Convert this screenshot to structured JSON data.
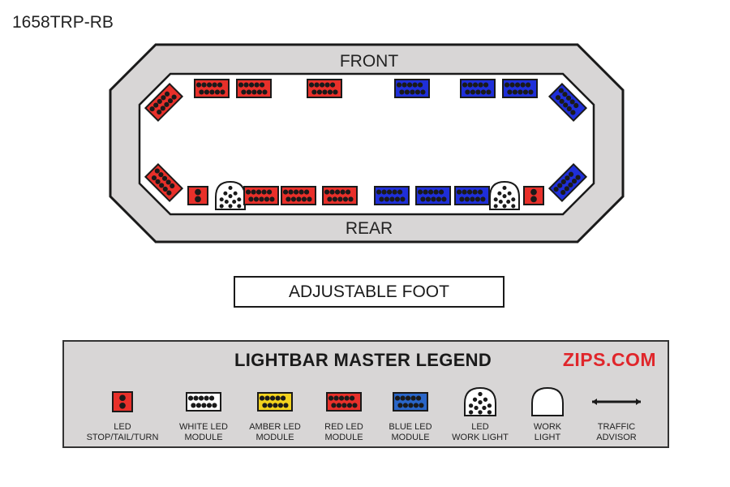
{
  "title": "1658TRP-RB",
  "diagram": {
    "front_label": "FRONT",
    "rear_label": "REAR",
    "foot_label": "ADJUSTABLE FOOT"
  },
  "colors": {
    "red": "#e8302a",
    "blue": "#1f2fd9",
    "white": "#ffffff",
    "amber": "#f2d21e",
    "blue_legend": "#2a66c8",
    "body_gray": "#d8d6d6",
    "outline": "#1a1a1a",
    "brand_red": "#e0262b"
  },
  "modules": [
    {
      "name": "front-left-corner-module",
      "type": "red",
      "pos": "front-left-corner"
    },
    {
      "name": "front-red-module-1",
      "type": "red",
      "pos": "front",
      "idx": 0
    },
    {
      "name": "front-red-module-2",
      "type": "red",
      "pos": "front",
      "idx": 1
    },
    {
      "name": "front-red-module-3",
      "type": "red",
      "pos": "front",
      "idx": 2
    },
    {
      "name": "front-blue-module-1",
      "type": "blue",
      "pos": "front",
      "idx": 3
    },
    {
      "name": "front-blue-module-2",
      "type": "blue",
      "pos": "front",
      "idx": 4
    },
    {
      "name": "front-blue-module-3",
      "type": "blue",
      "pos": "front",
      "idx": 5
    },
    {
      "name": "front-right-corner-module",
      "type": "blue",
      "pos": "front-right-corner"
    },
    {
      "name": "rear-left-corner-module",
      "type": "red",
      "pos": "rear-left-corner"
    },
    {
      "name": "rear-stop-tail-turn-left",
      "type": "stt",
      "pos": "rear",
      "idx": 0
    },
    {
      "name": "rear-work-light-left",
      "type": "work",
      "pos": "rear",
      "idx": 1
    },
    {
      "name": "rear-red-module-1",
      "type": "red",
      "pos": "rear",
      "idx": 2
    },
    {
      "name": "rear-red-module-2",
      "type": "red",
      "pos": "rear",
      "idx": 3
    },
    {
      "name": "rear-red-module-3",
      "type": "red",
      "pos": "rear",
      "idx": 4
    },
    {
      "name": "rear-blue-module-1",
      "type": "blue",
      "pos": "rear",
      "idx": 5
    },
    {
      "name": "rear-blue-module-2",
      "type": "blue",
      "pos": "rear",
      "idx": 6
    },
    {
      "name": "rear-blue-module-3",
      "type": "blue",
      "pos": "rear",
      "idx": 7
    },
    {
      "name": "rear-work-light-right",
      "type": "work",
      "pos": "rear",
      "idx": 8
    },
    {
      "name": "rear-stop-tail-turn-right",
      "type": "stt",
      "pos": "rear",
      "idx": 9
    },
    {
      "name": "rear-right-corner-module",
      "type": "blue",
      "pos": "rear-right-corner"
    }
  ],
  "legend": {
    "title": "LIGHTBAR MASTER LEGEND",
    "brand": "ZIPS.COM",
    "items": [
      {
        "icon": "stt-icon",
        "type": "stt",
        "line1": "LED",
        "line2": "STOP/TAIL/TURN"
      },
      {
        "icon": "white-led-module-icon",
        "type": "white",
        "line1": "WHITE LED",
        "line2": "MODULE"
      },
      {
        "icon": "amber-led-module-icon",
        "type": "amber",
        "line1": "AMBER LED",
        "line2": "MODULE"
      },
      {
        "icon": "red-led-module-icon",
        "type": "red",
        "line1": "RED LED",
        "line2": "MODULE"
      },
      {
        "icon": "blue-led-module-icon",
        "type": "bluelegend",
        "line1": "BLUE LED",
        "line2": "MODULE"
      },
      {
        "icon": "led-work-light-icon",
        "type": "work",
        "line1": "LED",
        "line2": "WORK LIGHT"
      },
      {
        "icon": "work-light-icon",
        "type": "workplain",
        "line1": "WORK",
        "line2": "LIGHT"
      },
      {
        "icon": "traffic-advisor-icon",
        "type": "arrow",
        "line1": "TRAFFIC",
        "line2": "ADVISOR"
      }
    ]
  }
}
